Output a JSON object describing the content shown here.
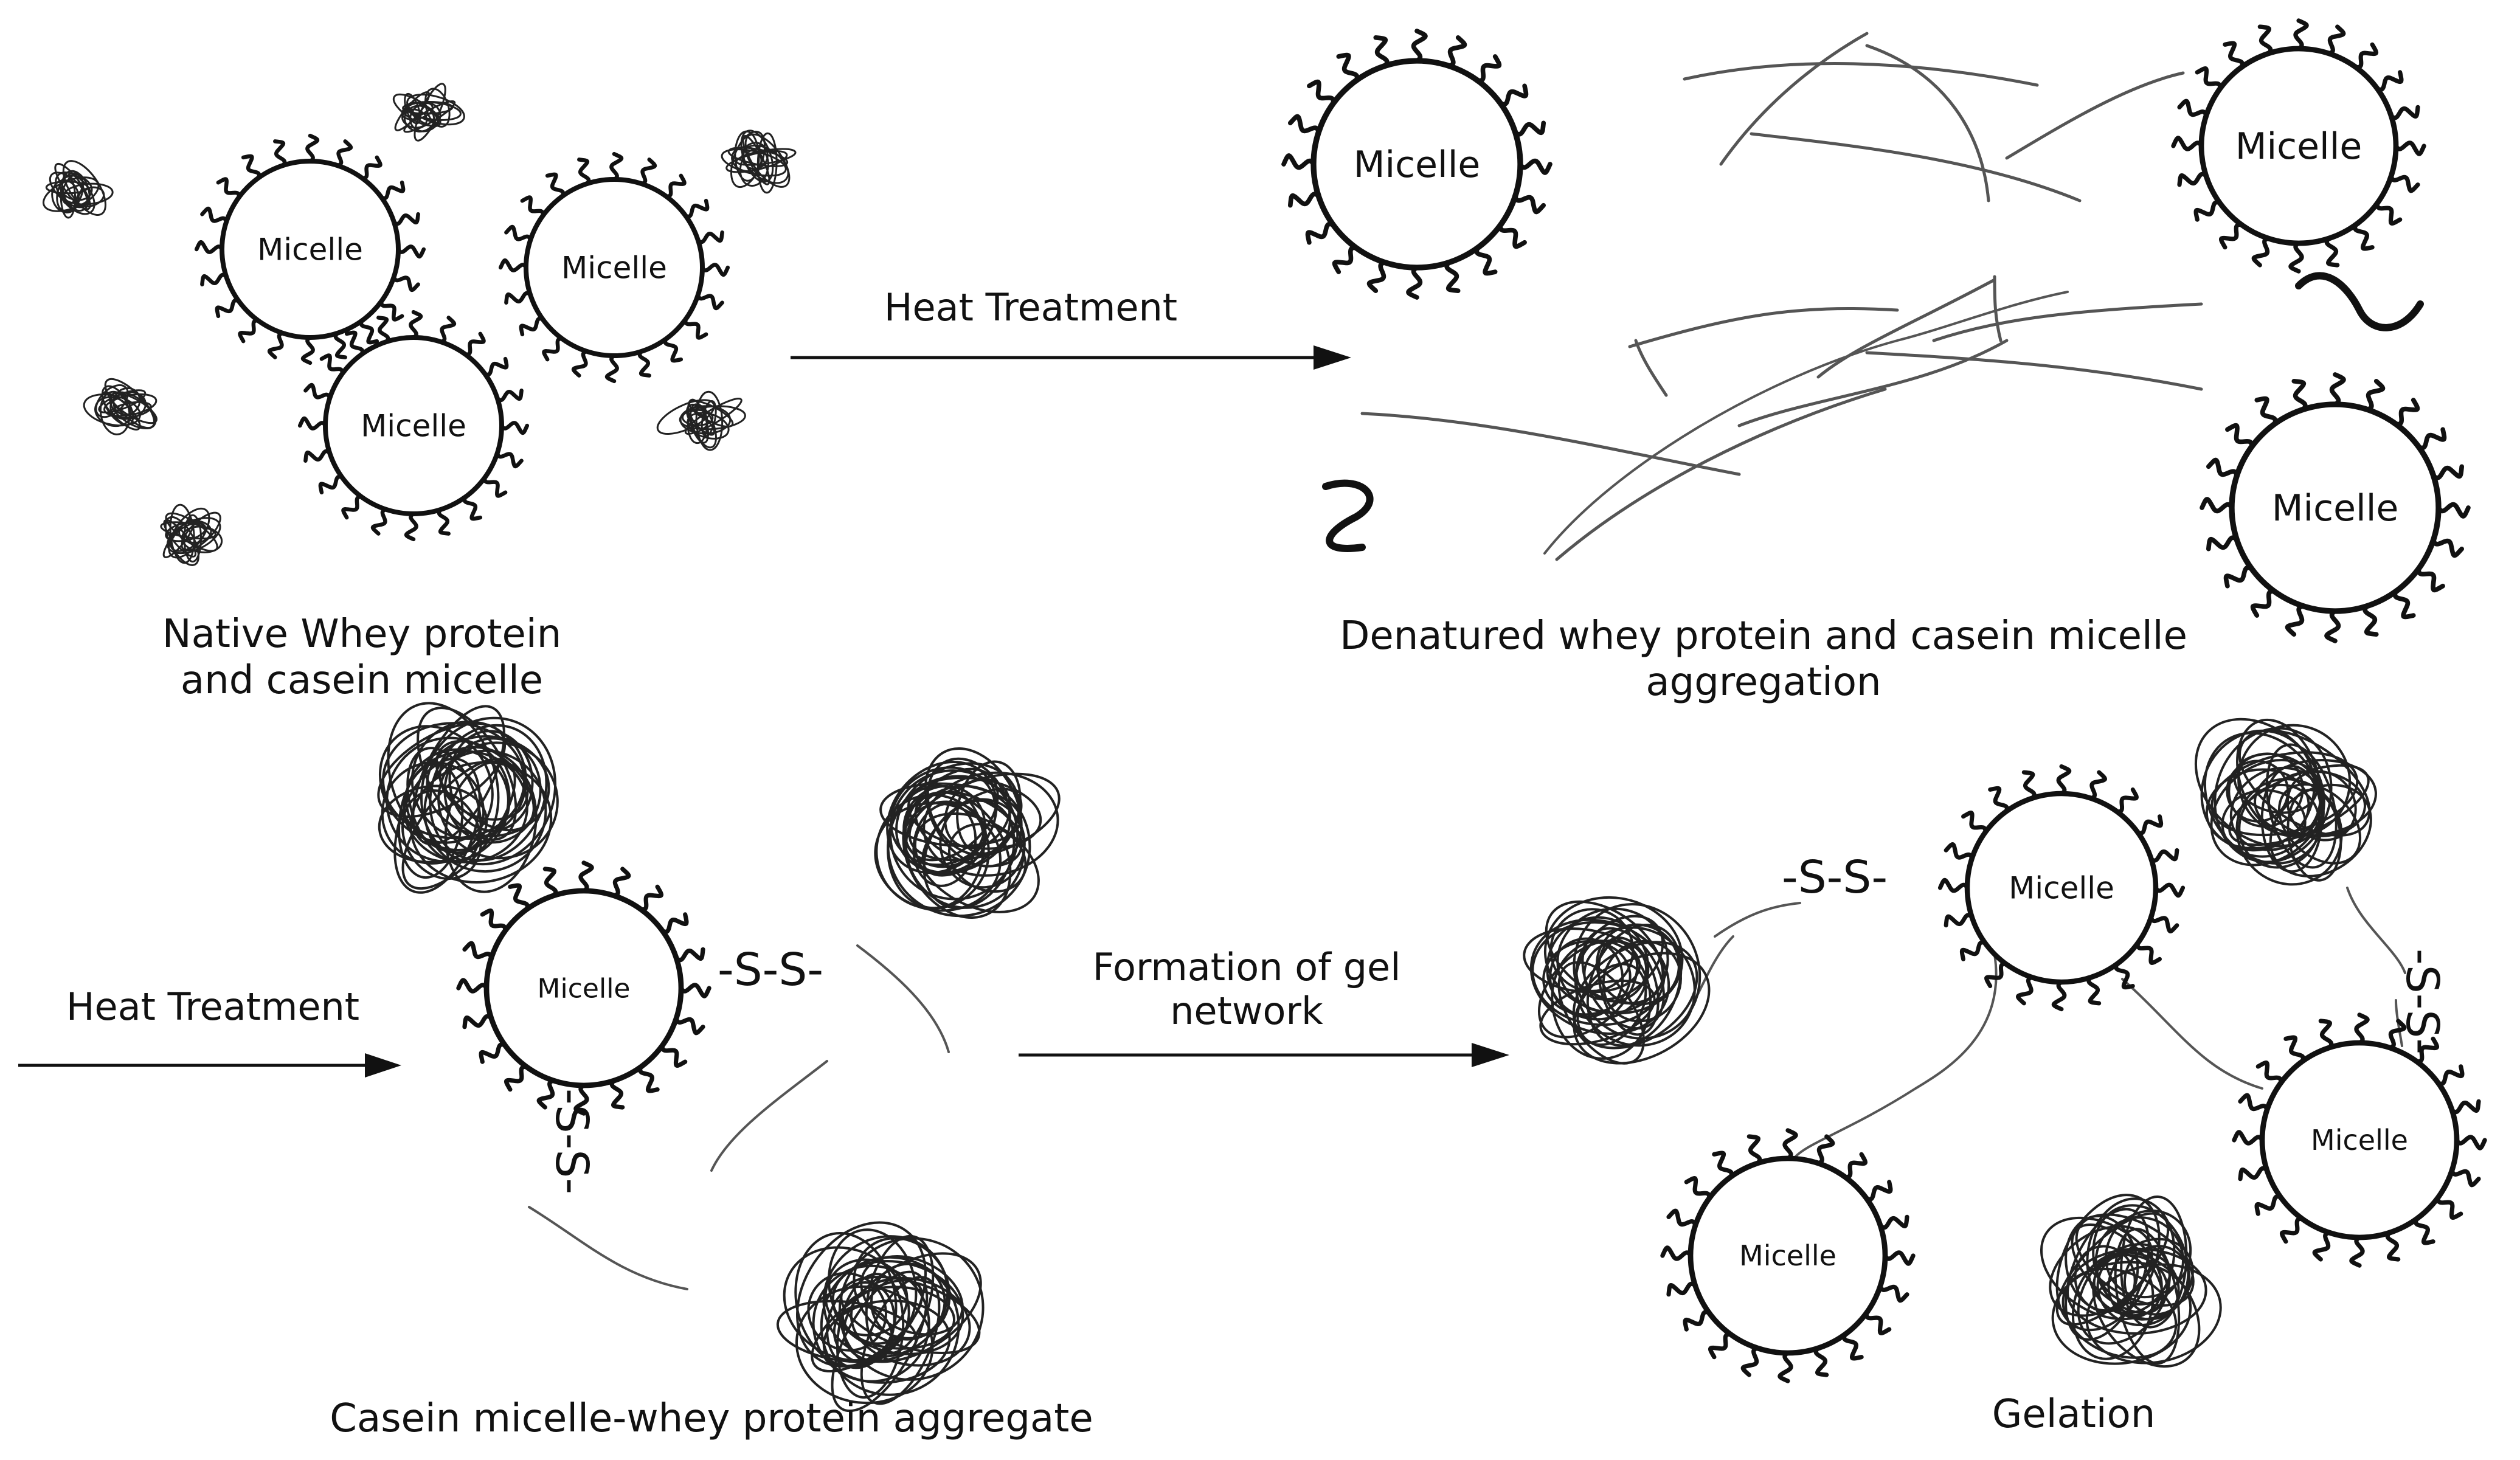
{
  "micelle_label": "Micelle",
  "disulfide_label": "-S-S-",
  "panels": {
    "native": {
      "caption_line1": "Native Whey protein",
      "caption_line2": "and casein micelle"
    },
    "denatured": {
      "caption_line1": "Denatured whey protein and casein micelle",
      "caption_line2": "aggregation"
    },
    "aggregate": {
      "caption": "Casein micelle-whey protein aggregate"
    },
    "gelation": {
      "caption": "Gelation"
    }
  },
  "arrows": {
    "heat_treatment_top": "Heat Treatment",
    "heat_treatment_bottom": "Heat Treatment",
    "gel_network_line1": "Formation of gel",
    "gel_network_line2": "network"
  },
  "colors": {
    "ink": "#111111",
    "strand": "#555555",
    "background": "#ffffff"
  }
}
